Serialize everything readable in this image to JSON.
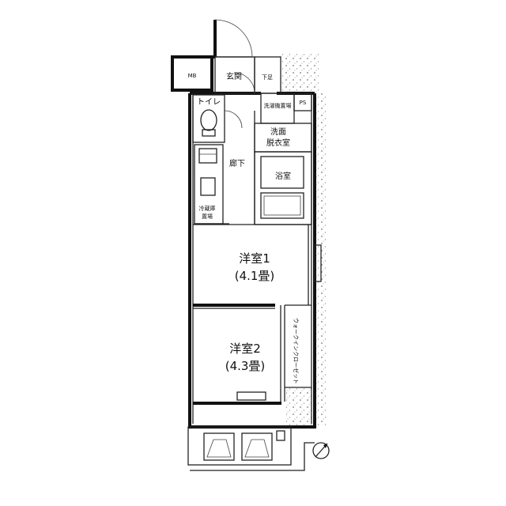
{
  "rooms": {
    "mb": "MB",
    "entrance": "玄関",
    "shoe_box": "下足",
    "toilet": "トイレ",
    "washer_space": "洗濯機置場",
    "ps": "PS",
    "washroom_line1": "洗面",
    "washroom_line2": "脱衣室",
    "hallway": "廊下",
    "bathroom": "浴室",
    "storage_label_line1": "冷蔵庫",
    "storage_label_line2": "置場",
    "bedroom1_name": "洋室1",
    "bedroom1_size": "(4.1畳)",
    "bedroom2_name": "洋室2",
    "bedroom2_size": "(4.3畳)",
    "walk_in_closet": "ウォークインクローゼット"
  },
  "colors": {
    "wall": "#111111",
    "hatch": "#8a8a8a",
    "background": "#ffffff"
  },
  "icons": {
    "north": "north-arrow-icon"
  }
}
